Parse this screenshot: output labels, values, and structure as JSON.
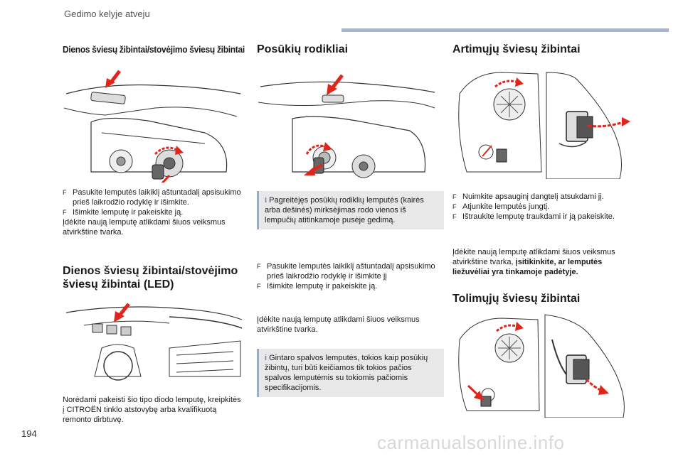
{
  "header": {
    "section": "Gedimo kelyje atveju"
  },
  "col1": {
    "title": "Dienos šviesų žibintai/stovėjimo šviesų žibintai",
    "bullet1": "Pasukite lemputės laikiklį aštuntadalį apsisukimo prieš laikrodžio rodyklę ir išimkite.",
    "bullet2": "Išimkite lemputę ir pakeiskite ją.",
    "refit": "Įdėkite naują lemputę atlikdami šiuos veiksmus atvirkštine tvarka.",
    "led_title": "Dienos šviesų žibintai/stovėjimo šviesų žibintai (LED)",
    "led_text": "Norėdami pakeisti šio tipo diodo lemputę, kreipkitės į CITROËN tinklo atstovybę arba kvalifikuotą remonto dirbtuvę."
  },
  "col2": {
    "title": "Posūkių rodikliai",
    "info1": "Pagreitėjęs posūkių rodiklių lemputės (kairės arba dešinės) mirksėjimas rodo vienos iš lempučių atitinkamoje pusėje gedimą.",
    "bullet1": "Pasukite lemputės laikiklį aštuntadalį apsisukimo prieš laikrodžio rodyklę ir išimkite jį",
    "bullet2": "Išimkite lemputę ir pakeiskite ją.",
    "refit": "Įdėkite naują lemputę atlikdami šiuos veiksmus atvirkštine tvarka.",
    "info2": "Gintaro spalvos lemputės, tokios kaip posūkių žibintų, turi būti keičiamos tik tokios pačios spalvos lemputėmis su tokiomis pačiomis specifikacijomis."
  },
  "col3": {
    "title": "Artimųjų šviesų žibintai",
    "bullet1": "Nuimkite apsauginį dangtelį atsukdami jį.",
    "bullet2": "Atjunkite lemputės jungtį.",
    "bullet3": "Ištraukite lemputę traukdami ir ją pakeiskite.",
    "refit_plain": "Įdėkite naują lemputę atlikdami šiuos veiksmus atvirkštine tvarka, ",
    "refit_bold": "įsitikinkite, ar lemputės liežuvėliai yra tinkamoje padėtyje.",
    "title2": "Tolimųjų šviesų žibintai"
  },
  "bullet_mark": "F",
  "info_mark": "i",
  "page_number": "194",
  "watermark": "carmanualsonline.info",
  "colors": {
    "arrow_red": "#e0251b",
    "info_blue": "#5b89c6",
    "header_bar": "#a9b4c8"
  }
}
